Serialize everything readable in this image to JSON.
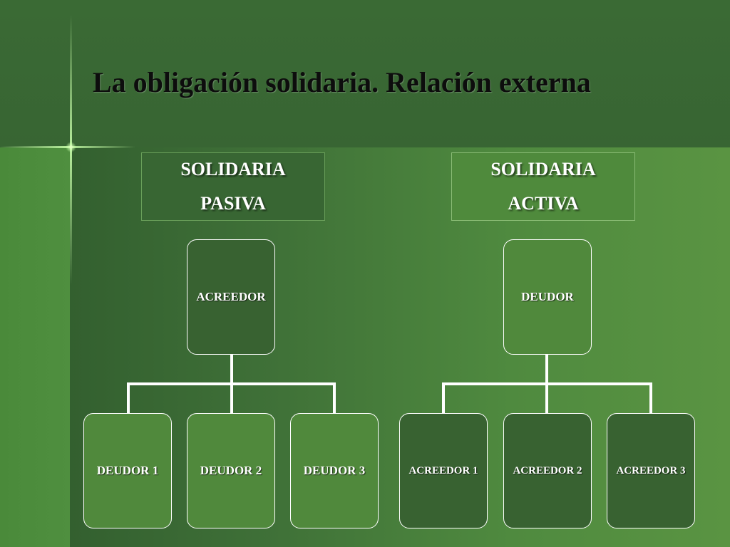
{
  "slide": {
    "title": "La obligación solidaria. Relación externa"
  },
  "left_diagram": {
    "header_line1": "SOLIDARIA",
    "header_line2": "PASIVA",
    "root": "ACREEDOR",
    "children": [
      "DEUDOR 1",
      "DEUDOR 2",
      "DEUDOR 3"
    ]
  },
  "right_diagram": {
    "header_line1": "SOLIDARIA",
    "header_line2": "ACTIVA",
    "root": "DEUDOR",
    "children": [
      "ACREEDOR 1",
      "ACREEDOR 2",
      "ACREEDOR 3"
    ]
  },
  "colors": {
    "background_dark": "#386633",
    "background_light": "#5a9442",
    "node_dark": "#386231",
    "node_light": "#50893c",
    "connector": "#ffffff"
  }
}
